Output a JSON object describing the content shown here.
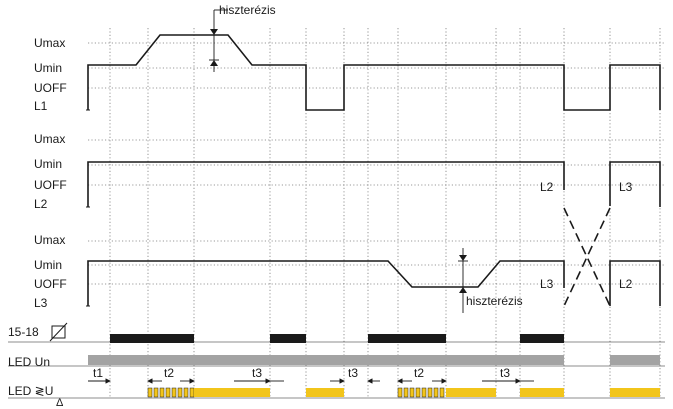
{
  "panels": [
    {
      "id": "L1",
      "levels": [
        "Umax",
        "Umin",
        "UOFF",
        "L1"
      ]
    },
    {
      "id": "L2",
      "levels": [
        "Umax",
        "Umin",
        "UOFF",
        "L2"
      ]
    },
    {
      "id": "L3",
      "levels": [
        "Umax",
        "Umin",
        "UOFF",
        "L3"
      ]
    }
  ],
  "annotations": {
    "hysteresis_top": "hiszterézis",
    "hysteresis_bottom": "hiszterézis",
    "phase_label_l2_left": "L2",
    "phase_label_l3_right": "L3",
    "phase_label_l3_left": "L3",
    "phase_label_l2_right": "L2"
  },
  "bottom_rows": {
    "relay": {
      "label": "15-18",
      "icon": "relay-coil-icon"
    },
    "led_un": {
      "label": "LED Un",
      "color": "#a3a3a3"
    },
    "led_u": {
      "label_top": "LED ≷U",
      "label_sub": "Δ",
      "color": "#f2c51b"
    }
  },
  "timers": [
    "t1",
    "t2",
    "t3",
    "t3",
    "t2",
    "t3"
  ],
  "colors": {
    "relay_bar": "#1a1a1a",
    "led_un": "#a3a3a3",
    "led_u": "#f2c51b"
  }
}
